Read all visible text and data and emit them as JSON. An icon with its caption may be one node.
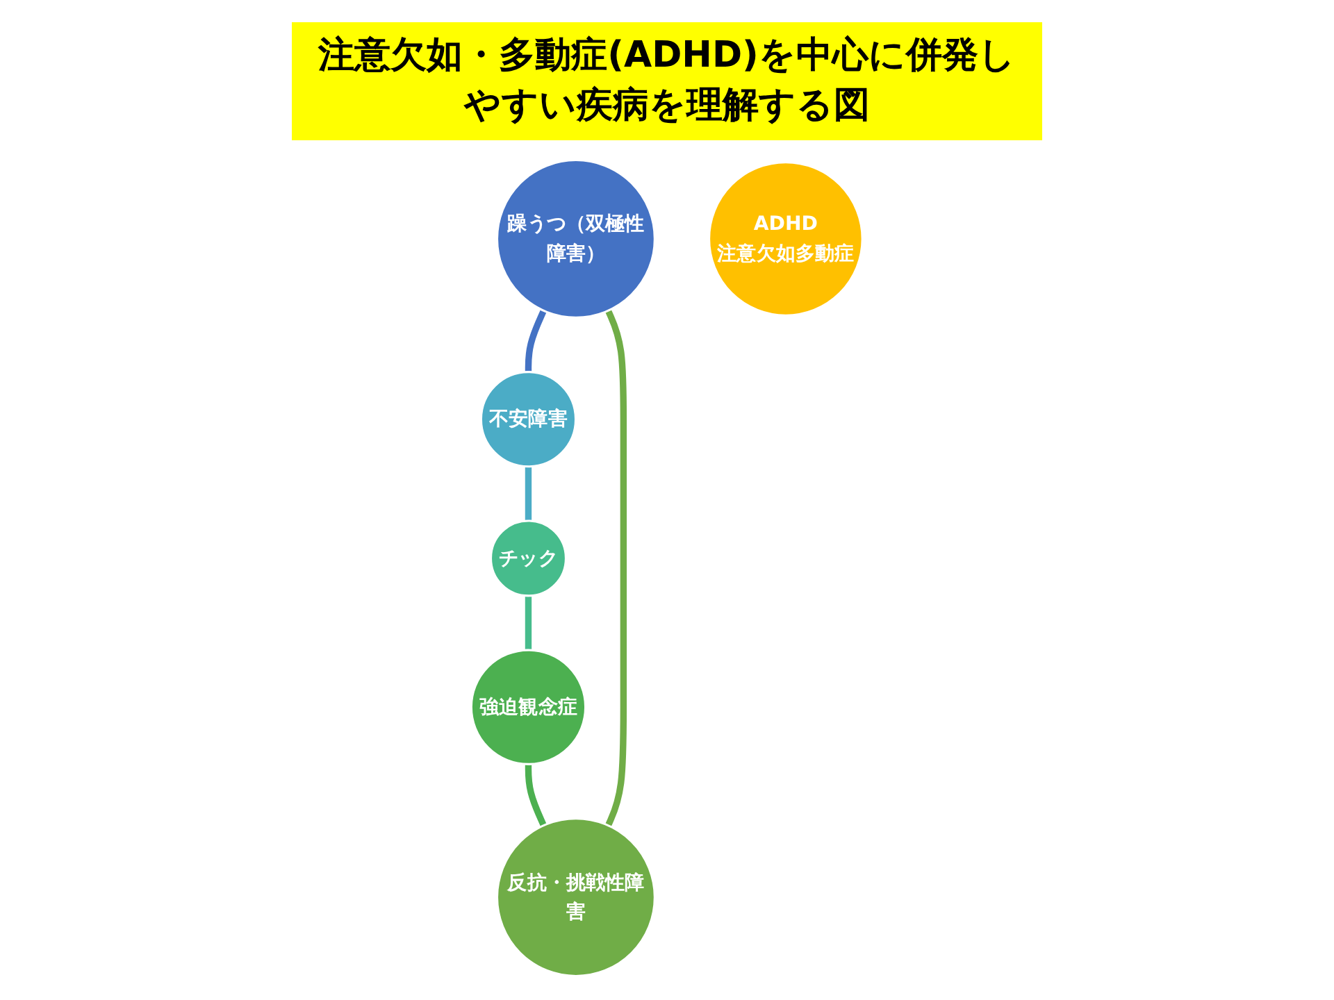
{
  "diagram": {
    "title": "注意欠如・多動症(ADHD)を中心に併発しやすい疾病を理解する図",
    "nodes": [
      {
        "text": [
          "躁うつ（双極性障害）"
        ]
      },
      {
        "text": [
          "反抗・挑戦性障害"
        ]
      },
      {
        "text": [
          "ADHD",
          "注意欠如多動症"
        ]
      },
      {
        "text": [
          "不安障害"
        ]
      },
      {
        "text": [
          "強迫観念症"
        ]
      },
      {
        "text": [
          "チック"
        ]
      }
    ],
    "edges": [
      {
        "from": 0,
        "to": 3,
        "arrow": "none",
        "color": "#4472c4"
      },
      {
        "from": 3,
        "to": 5,
        "arrow": "none",
        "color": "#4bacc6"
      },
      {
        "from": 5,
        "to": 4,
        "arrow": "none",
        "color": "#46bc8c"
      },
      {
        "from": 4,
        "to": 1,
        "arrow": "none",
        "color": "#4cb050"
      },
      {
        "from": 1,
        "to": 0,
        "arrow": "none",
        "color": "#70ad47"
      }
    ]
  }
}
